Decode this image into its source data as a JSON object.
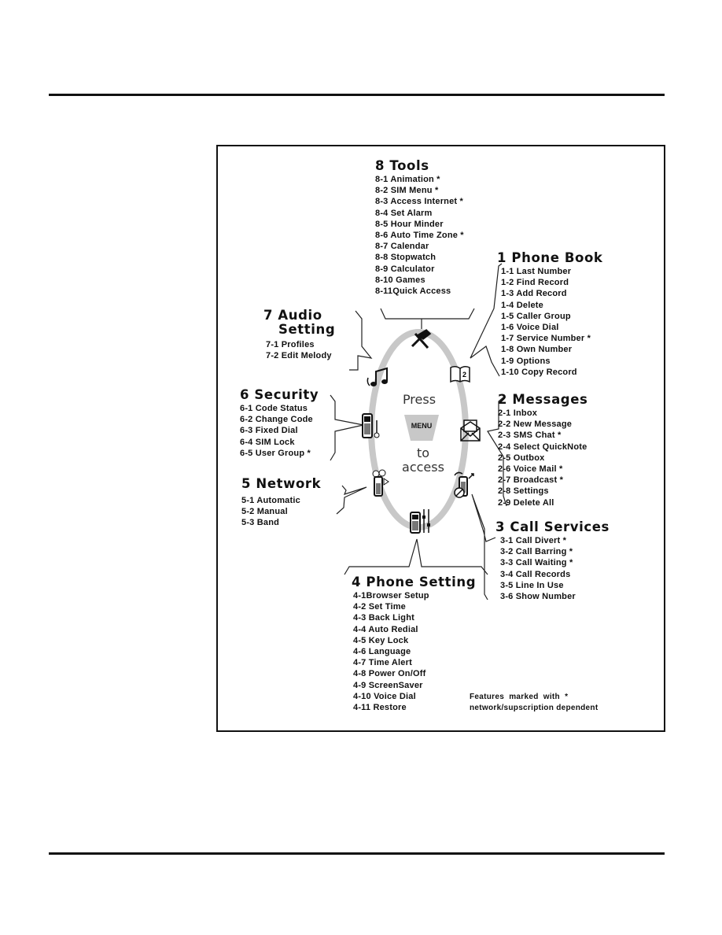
{
  "diagram": {
    "center": {
      "press": "Press",
      "key": "MENU",
      "to": "to",
      "access": "access"
    },
    "sections": {
      "tools": {
        "title": "8 Tools",
        "icon": "hammer-wrench-icon",
        "items": [
          "8-1 Animation *",
          "8-2 SIM Menu *",
          "8-3 Access Internet *",
          "8-4 Set Alarm",
          "8-5 Hour Minder",
          "8-6 Auto Time Zone *",
          "8-7 Calendar",
          "8-8 Stopwatch",
          "8-9 Calculator",
          "8-10 Games",
          "8-11Quick Access"
        ]
      },
      "phonebook": {
        "title": "1 Phone Book",
        "icon": "book-icon",
        "items": [
          "1-1 Last Number",
          "1-2 Find Record",
          "1-3 Add Record",
          "1-4 Delete",
          "1-5 Caller Group",
          "1-6 Voice Dial",
          "1-7 Service Number *",
          "1-8 Own Number",
          "1-9 Options",
          "1-10 Copy Record"
        ]
      },
      "audio": {
        "title": "7 Audio\n   Setting",
        "icon": "music-note-icon",
        "items": [
          "7-1 Profiles",
          "7-2 Edit Melody"
        ]
      },
      "security": {
        "title": "6 Security",
        "icon": "phone-key-icon",
        "items": [
          "6-1 Code Status",
          "6-2 Change Code",
          "6-3 Fixed Dial",
          "6-4 SIM Lock",
          "6-5 User Group *"
        ]
      },
      "messages": {
        "title": "2 Messages",
        "icon": "envelope-icon",
        "items": [
          "2-1 Inbox",
          "2-2 New Message",
          "2-3 SMS Chat *",
          "2-4 Select QuickNote",
          "2-5 Outbox",
          "2-6 Voice Mail *",
          "2-7 Broadcast *",
          "2-8 Settings",
          "2-9 Delete All"
        ]
      },
      "network": {
        "title": "5 Network",
        "icon": "network-tower-icon",
        "items": [
          "5-1 Automatic",
          "5-2 Manual",
          "5-3 Band"
        ]
      },
      "callservices": {
        "title": "3 Call Services",
        "icon": "phone-call-icon",
        "items": [
          "3-1 Call Divert *",
          "3-2 Call Barring *",
          "3-3 Call Waiting *",
          "3-4 Call Records",
          "3-5 Line In Use",
          "3-6 Show Number"
        ]
      },
      "phonesetting": {
        "title": "4 Phone Setting",
        "icon": "phone-settings-icon",
        "items": [
          "4-1Browser Setup",
          "4-2 Set Time",
          "4-3 Back Light",
          "4-4 Auto Redial",
          "4-5 Key Lock",
          "4-6 Language",
          "4-7 Time Alert",
          "4-8 Power On/Off",
          "4-9 ScreenSaver",
          "4-10 Voice Dial",
          "4-11 Restore"
        ]
      }
    },
    "note": [
      "Features  marked  with  *",
      "network/supscription dependent"
    ],
    "colors": {
      "ring": "#c8c8c8",
      "ink": "#111111"
    }
  }
}
